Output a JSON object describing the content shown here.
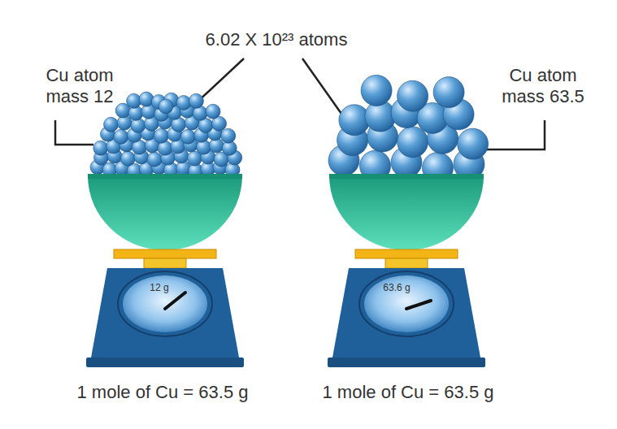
{
  "diagram": {
    "labels": [
      "6.02 X 10²³ atoms",
      "Cu atom mass 12",
      "Cu atom mass 63.5",
      "12 g",
      "63.6 g",
      "1 mole of Cu = 63.5 g",
      "1 mole of Cu = 63.5 g"
    ]
  }
}
